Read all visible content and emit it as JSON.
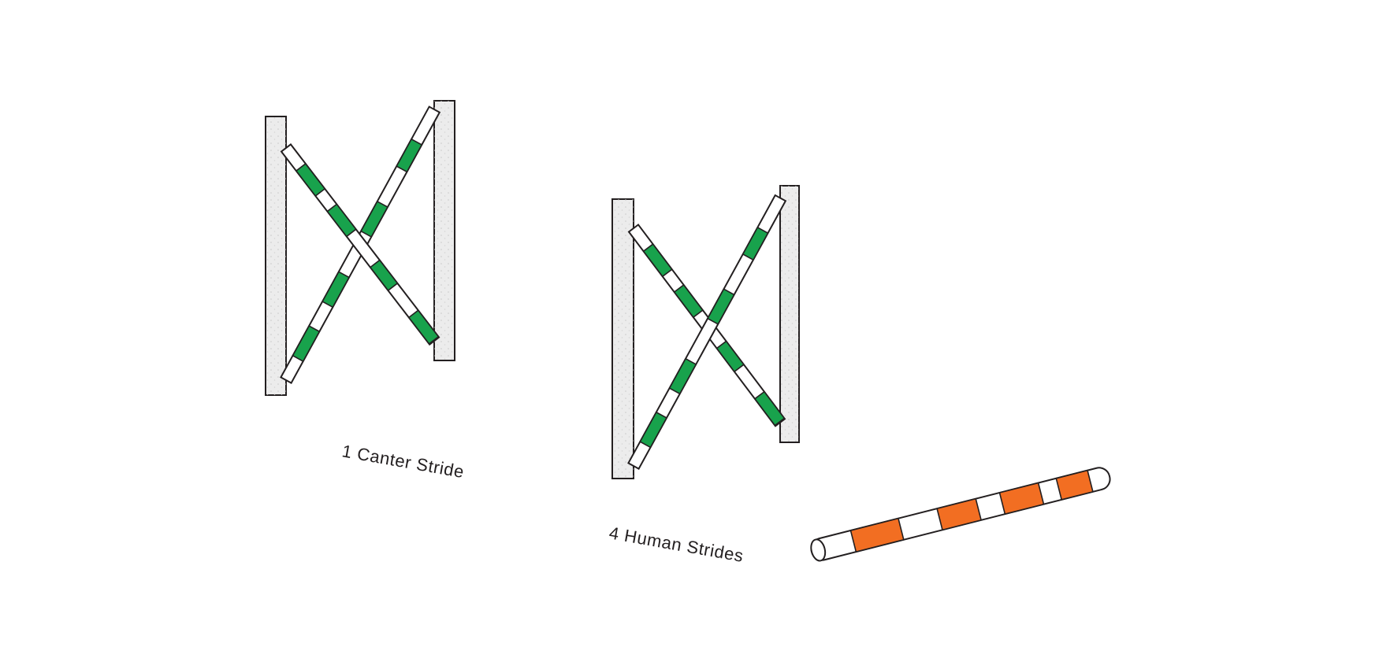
{
  "diagram": {
    "background_color": "#FFFFFF",
    "spacing_labels": [
      {
        "text": "1 Canter Stride"
      },
      {
        "text": "4 Human Strides"
      }
    ],
    "jumps": [
      {
        "name": "crossrail-jump-1",
        "type": "cross-rail",
        "stripe_colors": [
          "#FFFFFF",
          "#18A24C"
        ]
      },
      {
        "name": "crossrail-jump-2",
        "type": "cross-rail",
        "stripe_colors": [
          "#FFFFFF",
          "#18A24C"
        ]
      }
    ],
    "ground_pole": {
      "name": "ground-pole",
      "stripe_colors": [
        "#FFFFFF",
        "#F26E22"
      ]
    },
    "colors": {
      "rail_green": "#18A24C",
      "pole_orange": "#F26E22",
      "standard_gray": "#ECECEC",
      "standard_dot": "#C9C9C9",
      "outline": "#231F20",
      "text": "#231F20"
    }
  }
}
